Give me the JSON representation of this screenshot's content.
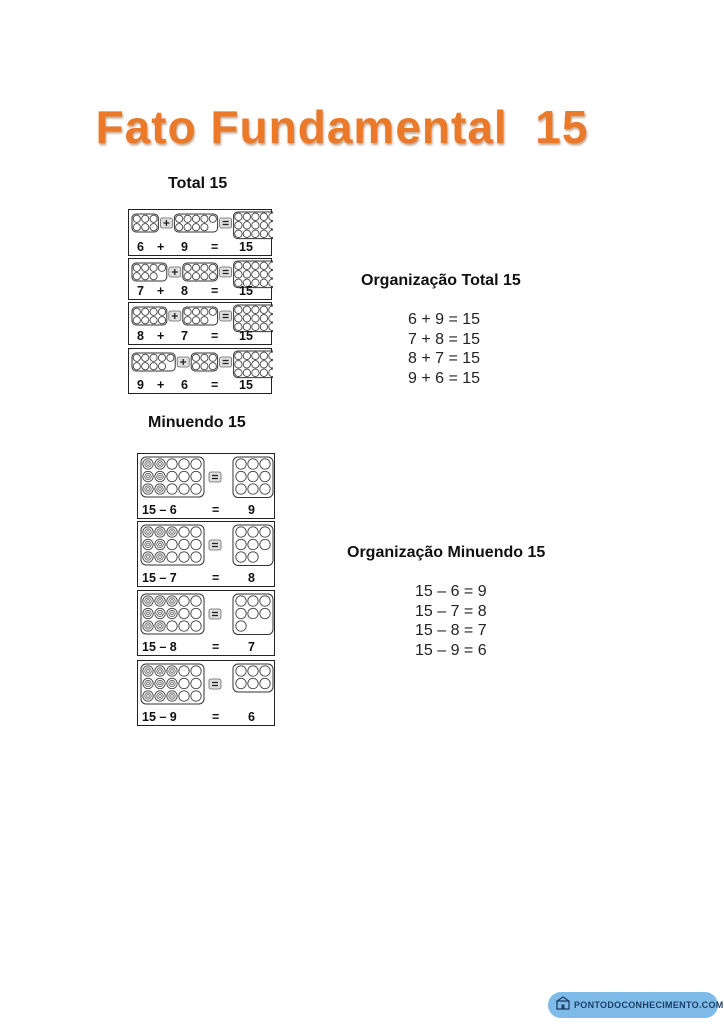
{
  "title": "Fato Fundamental  15",
  "total": {
    "heading": "Total 15",
    "cards": [
      {
        "a": 6,
        "b": 9,
        "parts": [
          "6",
          "+",
          "9",
          "=",
          "15"
        ]
      },
      {
        "a": 7,
        "b": 8,
        "parts": [
          "7",
          "+",
          "8",
          "=",
          "15"
        ]
      },
      {
        "a": 8,
        "b": 7,
        "parts": [
          "8",
          "+",
          "7",
          "=",
          "15"
        ]
      },
      {
        "a": 9,
        "b": 6,
        "parts": [
          "9",
          "+",
          "6",
          "=",
          "15"
        ]
      }
    ]
  },
  "minuendo": {
    "heading": "Minuendo 15",
    "cards": [
      {
        "crossed": 6,
        "result": 9,
        "parts": [
          "15 – 6",
          "=",
          "9"
        ]
      },
      {
        "crossed": 7,
        "result": 8,
        "parts": [
          "15 – 7",
          "=",
          "8"
        ]
      },
      {
        "crossed": 8,
        "result": 7,
        "parts": [
          "15 – 8",
          "=",
          "7"
        ]
      },
      {
        "crossed": 9,
        "result": 6,
        "parts": [
          "15 – 9",
          "=",
          "6"
        ]
      }
    ]
  },
  "org_total": {
    "heading": "Organização Total 15",
    "lines": [
      "6 + 9 = 15",
      "7 + 8 = 15",
      "8 + 7 = 15",
      "9 + 6 = 15"
    ]
  },
  "org_minuendo": {
    "heading": "Organização Minuendo 15",
    "lines": [
      "15 – 6 = 9",
      "15 – 7 = 8",
      "15 – 8 = 7",
      "15 – 9 = 6"
    ]
  },
  "badge": {
    "text": "PONTODOCONHECIMENTO.COM",
    "icon": "school-icon"
  },
  "colors": {
    "title": "#ea7a2a",
    "badge_bg": "#7ebbe8",
    "badge_text": "#1d3f66"
  }
}
